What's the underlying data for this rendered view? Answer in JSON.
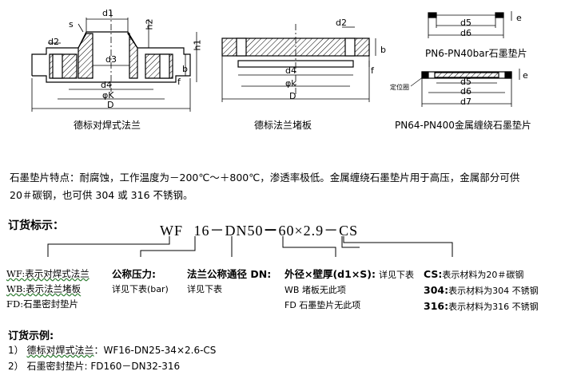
{
  "drawings": {
    "flange_caption": "德标对焊式法兰",
    "blind_caption": "德标法兰堵板",
    "gasket_pn40_caption": "PN6-PN40bar石墨垫片",
    "gasket_pn400_caption": "PN64-PN400金属缠绕石墨垫片",
    "flange_labels": {
      "s": "s",
      "d1": "d1",
      "h2": "h2",
      "d2": "d2",
      "h1": "h1",
      "d3": "d3",
      "d4": "d4",
      "k": "φK",
      "D": "D",
      "b": "b",
      "f": "f"
    },
    "blind_labels": {
      "d2": "d2",
      "d4": "d4",
      "k": "φk",
      "D": "D",
      "b": "b",
      "f": "f"
    },
    "gasket_labels": {
      "d5": "d5",
      "d6": "d6",
      "d7": "d7",
      "e": "e",
      "locating_ring": "定位圈"
    }
  },
  "features": {
    "line1": "石墨垫片特点：耐腐蚀，工作温度为－200℃～＋800℃，渗透率极低。金属缠绕石墨垫片用于高压，金属部分可供",
    "line2": "20＃碳钢，也可供 304 或 316 不锈钢。"
  },
  "order_code": {
    "heading": "订货标示：",
    "parts": [
      "WF",
      "16",
      "－",
      "DN50",
      "－",
      "60",
      "×",
      "2.9",
      "－",
      "CS"
    ]
  },
  "legend": {
    "type_lines": [
      "WF:表示对焊式法兰",
      "WB:表示法兰堵板",
      "FD:石墨密封垫片"
    ],
    "pressure_title": "公称压力:",
    "pressure_note": "详见下表(bar)",
    "dn_title": "法兰公称通径 DN:",
    "dn_note": "详见下表",
    "thickness_title": "外径×壁厚(d1×S):",
    "thickness_note": "详见下表",
    "thickness_wb": "WB 堵板无此项",
    "thickness_fd": "FD 石墨垫片无此项",
    "material_cs_code": "CS:",
    "material_cs_text": "表示材料为20＃碳钢",
    "material_304_code": "304:",
    "material_304_text": "表示材料为304 不锈钢",
    "material_316_code": "316:",
    "material_316_text": "表示材料为316 不锈钢"
  },
  "examples": {
    "heading": "订货示例:",
    "items": [
      {
        "num": "1）",
        "name": "德标对焊式法兰",
        "code": "：WF16-DN25-34×2.6-CS"
      },
      {
        "num": "2）",
        "name": "石墨密封垫片",
        "code": ": FD160－DN32-316"
      }
    ]
  }
}
